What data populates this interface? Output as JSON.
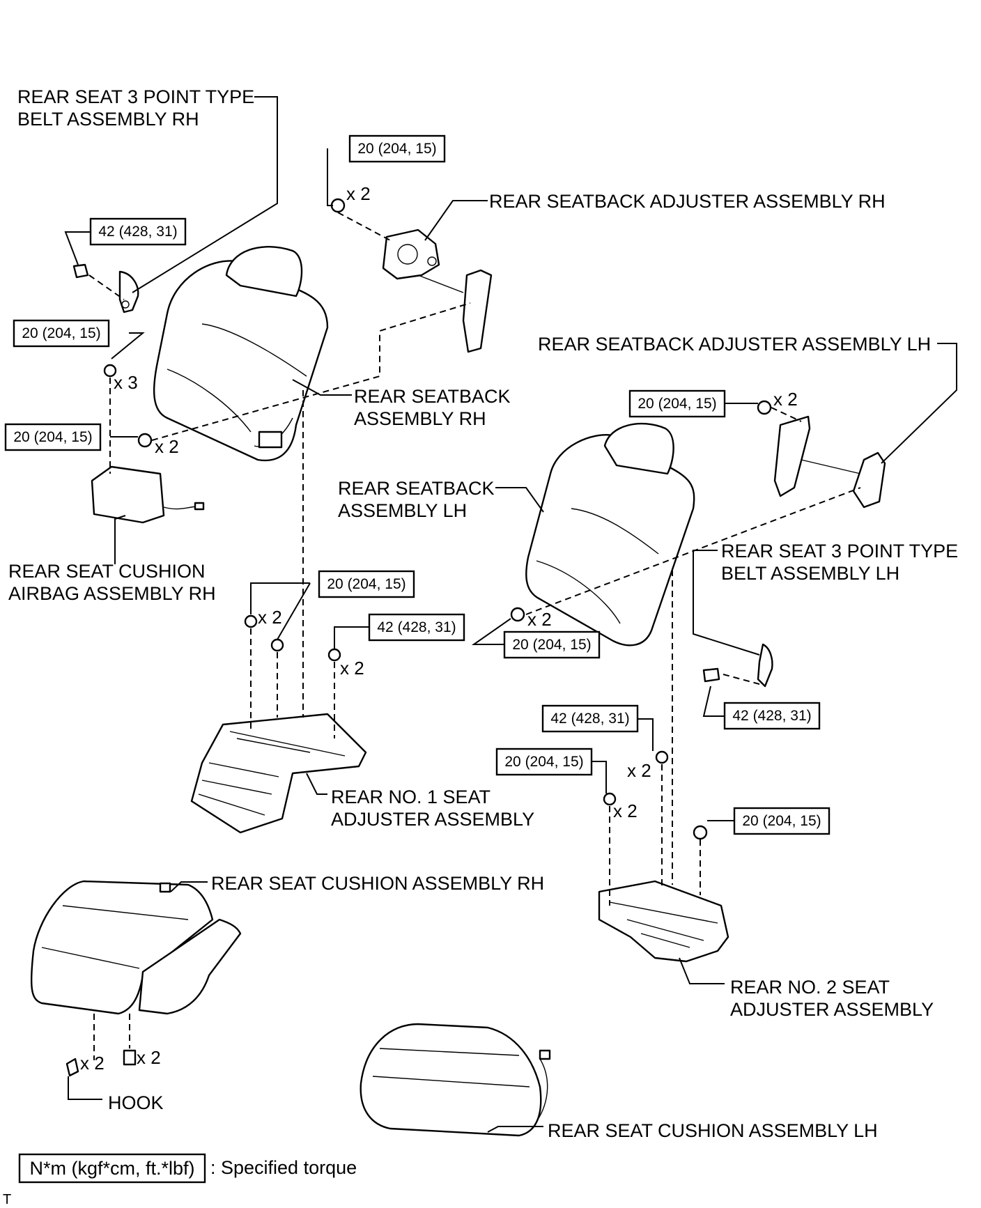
{
  "labels": {
    "belt_rh_1": "REAR SEAT 3 POINT TYPE",
    "belt_rh_2": "BELT ASSEMBLY RH",
    "adjuster_rh": "REAR SEATBACK ADJUSTER ASSEMBLY RH",
    "adjuster_lh": "REAR SEATBACK ADJUSTER ASSEMBLY LH",
    "seatback_rh_1": "REAR SEATBACK",
    "seatback_rh_2": "ASSEMBLY RH",
    "seatback_lh_1": "REAR SEATBACK",
    "seatback_lh_2": "ASSEMBLY LH",
    "airbag_rh_1": "REAR SEAT CUSHION",
    "airbag_rh_2": "AIRBAG ASSEMBLY RH",
    "belt_lh_1": "REAR SEAT 3 POINT TYPE",
    "belt_lh_2": "BELT ASSEMBLY LH",
    "seat_adj_1_1": "REAR NO. 1 SEAT",
    "seat_adj_1_2": "ADJUSTER ASSEMBLY",
    "cushion_rh": "REAR SEAT CUSHION ASSEMBLY RH",
    "seat_adj_2_1": "REAR NO. 2 SEAT",
    "seat_adj_2_2": "ADJUSTER ASSEMBLY",
    "hook": "HOOK",
    "cushion_lh": "REAR SEAT CUSHION ASSEMBLY LH"
  },
  "torques": {
    "t1": "20 (204, 15)",
    "t2": "42 (428, 31)",
    "t3": "20 (204, 15)",
    "t4": "20 (204, 15)",
    "t5": "20 (204, 15)",
    "t6": "20 (204, 15)",
    "t7": "42 (428, 31)",
    "t8": "20 (204, 15)",
    "t9": "42 (428, 31)",
    "t10": "42 (428, 31)",
    "t11": "20 (204, 15)",
    "t12": "20 (204, 15)"
  },
  "quantities": {
    "q1": "x 2",
    "q2": "x 3",
    "q3": "x 2",
    "q4": "x 2",
    "q5": "x 2",
    "q6": "x 2",
    "q7": "x 2",
    "q8": "x 2",
    "q9": "x 2",
    "q10": "x 2",
    "q11": "x 2"
  },
  "legend": {
    "unit": "N*m (kgf*cm, ft.*lbf)",
    "text": ": Specified torque"
  },
  "corner_mark": "T"
}
